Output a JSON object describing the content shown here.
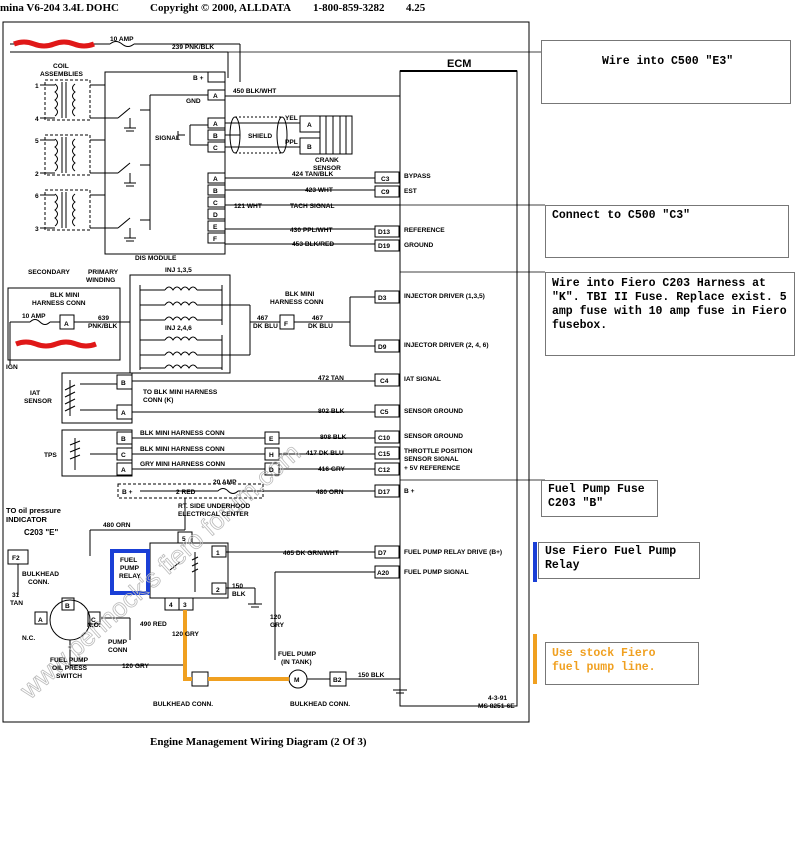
{
  "header": {
    "model": "mina V6-204 3.4L DOHC",
    "copyright": "Copyright © 2000, ALLDATA",
    "phone": "1-800-859-3282",
    "version": "4.25"
  },
  "diagram": {
    "ecm_title": "ECM",
    "fuse_top": "10 AMP",
    "wire_239": "239 PNK/BLK",
    "coil_assemblies": [
      "COIL",
      "ASSEMBLIES"
    ],
    "coil_numbers": [
      "1",
      "4",
      "5",
      "2",
      "6",
      "3"
    ],
    "dis_module": "DIS MODULE",
    "secondary": "SECONDARY",
    "primary_winding": [
      "PRIMARY",
      "WINDING"
    ],
    "dis_pins_top": [
      "B +",
      "A",
      "GND"
    ],
    "dis_signal": "SIGNAL",
    "signal_pins": [
      "A",
      "B",
      "C"
    ],
    "wire_450": "450 BLK/WHT",
    "shield": "SHIELD",
    "yel": "YEL",
    "ppl": "PPL",
    "crank_sensor": [
      "CRANK",
      "SENSOR"
    ],
    "crank_pins": [
      "A",
      "B"
    ],
    "dis_pins_mid": [
      "A",
      "B",
      "C",
      "D",
      "E",
      "F"
    ],
    "ecm_rows": [
      {
        "wire": "424 TAN/BLK",
        "pin": "C3",
        "label": "BYPASS"
      },
      {
        "wire": "423 WHT",
        "pin": "C9",
        "label": "EST"
      },
      {
        "wire": "121 WHT",
        "pin": "",
        "label": "TACH SIGNAL"
      },
      {
        "wire": "430 PPL/WHT",
        "pin": "D13",
        "label": "REFERENCE"
      },
      {
        "wire": "453 BLK/RED",
        "pin": "D19",
        "label": "GROUND"
      }
    ],
    "inj_135": "INJ 1,3,5",
    "inj_246": "INJ 2,4,6",
    "blk_mini_harness": [
      "BLK MINI",
      "HARNESS CONN"
    ],
    "blk_mini_harness2": [
      "BLK MINI",
      "HARNESS CONN"
    ],
    "fuse_left": "10 AMP",
    "pin_a": "A",
    "wire_639": [
      "639",
      "PNK/BLK"
    ],
    "ign": "IGN",
    "pin_f": "F",
    "wire_467a": [
      "467",
      "DK BLU"
    ],
    "wire_467b": [
      "467",
      "DK BLU"
    ],
    "inj_rows": [
      {
        "pin": "D3",
        "label": "INJECTOR DRIVER (1,3,5)"
      },
      {
        "pin": "D9",
        "label": "INJECTOR DRIVER (2, 4, 6)"
      }
    ],
    "iat_sensor": [
      "IAT",
      "SENSOR"
    ],
    "iat_pins": [
      "B",
      "A"
    ],
    "to_blk_mini": [
      "TO BLK MINI HARNESS",
      "CONN (K)"
    ],
    "iat_rows": [
      {
        "wire": "472 TAN",
        "pin": "C4",
        "label": "IAT SIGNAL"
      },
      {
        "wire": "802 BLK",
        "pin": "C5",
        "label": "SENSOR GROUND"
      }
    ],
    "tps": "TPS",
    "tps_pins": [
      "B",
      "C",
      "A"
    ],
    "tps_conn_labels": [
      "BLK MINI HARNESS CONN",
      "BLK MINI HARNESS CONN",
      "GRY MINI HARNESS CONN"
    ],
    "tps_conn_pins": [
      "E",
      "H",
      "D"
    ],
    "tps_rows": [
      {
        "wire": "808 BLK",
        "pin": "C10",
        "label": "SENSOR GROUND"
      },
      {
        "wire": "417 DK BLU",
        "pin": "C15",
        "label": "THROTTLE POSITION"
      },
      {
        "wire": "416 GRY",
        "pin": "C12",
        "label": "+ 5V REFERENCE"
      }
    ],
    "tps_signal_label": "SENSOR SIGNAL",
    "bplus_row": {
      "left": "B +",
      "wire_left": "2 RED",
      "fuse": "20 AMP",
      "wire": "480 ORN",
      "pin": "D17",
      "label": "B +"
    },
    "underhood_center": [
      "RT. SIDE UNDERHOOD",
      "ELECTRICAL CENTER"
    ],
    "to_oil_pressure": [
      "TO oil pressure",
      "INDICATOR"
    ],
    "c203_e": "C203 \"E\"",
    "wire_480": "480 ORN",
    "f2": "F2",
    "bulkhead_conn": [
      "BULKHEAD",
      "CONN."
    ],
    "wire_31": [
      "31",
      "TAN"
    ],
    "fuel_pump_relay": [
      "FUEL",
      "PUMP",
      "RELAY"
    ],
    "relay_pins": [
      "5",
      "1",
      "2",
      "4",
      "3"
    ],
    "wire_150": [
      "150",
      "BLK"
    ],
    "wire_465": "465 DK GRN/WHT",
    "fp_rows": [
      {
        "pin": "D7",
        "label": "FUEL PUMP RELAY DRIVE (B+)"
      },
      {
        "pin": "A20",
        "label": "FUEL PUMP SIGNAL"
      }
    ],
    "wire_120_a": [
      "120",
      "GRY"
    ],
    "wire_490": "490 RED",
    "wire_120_b": "120 GRY",
    "wire_120_c": "120 GRY",
    "pump_conn": [
      "PUMP",
      "CONN"
    ],
    "nc": "N.C.",
    "no": "N.O.",
    "switch_pins": [
      "A",
      "B",
      "C"
    ],
    "fuel_pump_oil_press": [
      "FUEL PUMP",
      "OIL PRESS",
      "SWITCH"
    ],
    "fuel_pump_in_tank": [
      "FUEL PUMP",
      "(IN TANK)"
    ],
    "motor": "M",
    "b2": "B2",
    "wire_150b": "150 BLK",
    "bulkhead_conn_bottom": "BULKHEAD CONN.",
    "bulkhead_conn_bottom2": "BULKHEAD CONN.",
    "date_code": [
      "4-3-91",
      "MS 8251-6E"
    ],
    "watermark": "www.pennock's fiero forum.com"
  },
  "notes": {
    "n1": "Wire into C500 \"E3\"",
    "n2": "Connect to C500 \"C3\"",
    "n3": "Wire into Fiero C203 Harness at \"K\". TBI II Fuse. Replace exist. 5 amp fuse with 10 amp fuse in Fiero fusebox.",
    "n4": "Fuel Pump Fuse\nC203 \"B\"",
    "n5": "Use Fiero Fuel Pump\nRelay",
    "n6": "Use stock Fiero\nfuel pump line."
  },
  "caption": "Engine Management Wiring Diagram (2 Of 3)",
  "colors": {
    "annotation_red": "#e01818",
    "annotation_blue": "#1a3fd6",
    "annotation_orange": "#f0a020",
    "note_orange_text": "#f0a020"
  }
}
